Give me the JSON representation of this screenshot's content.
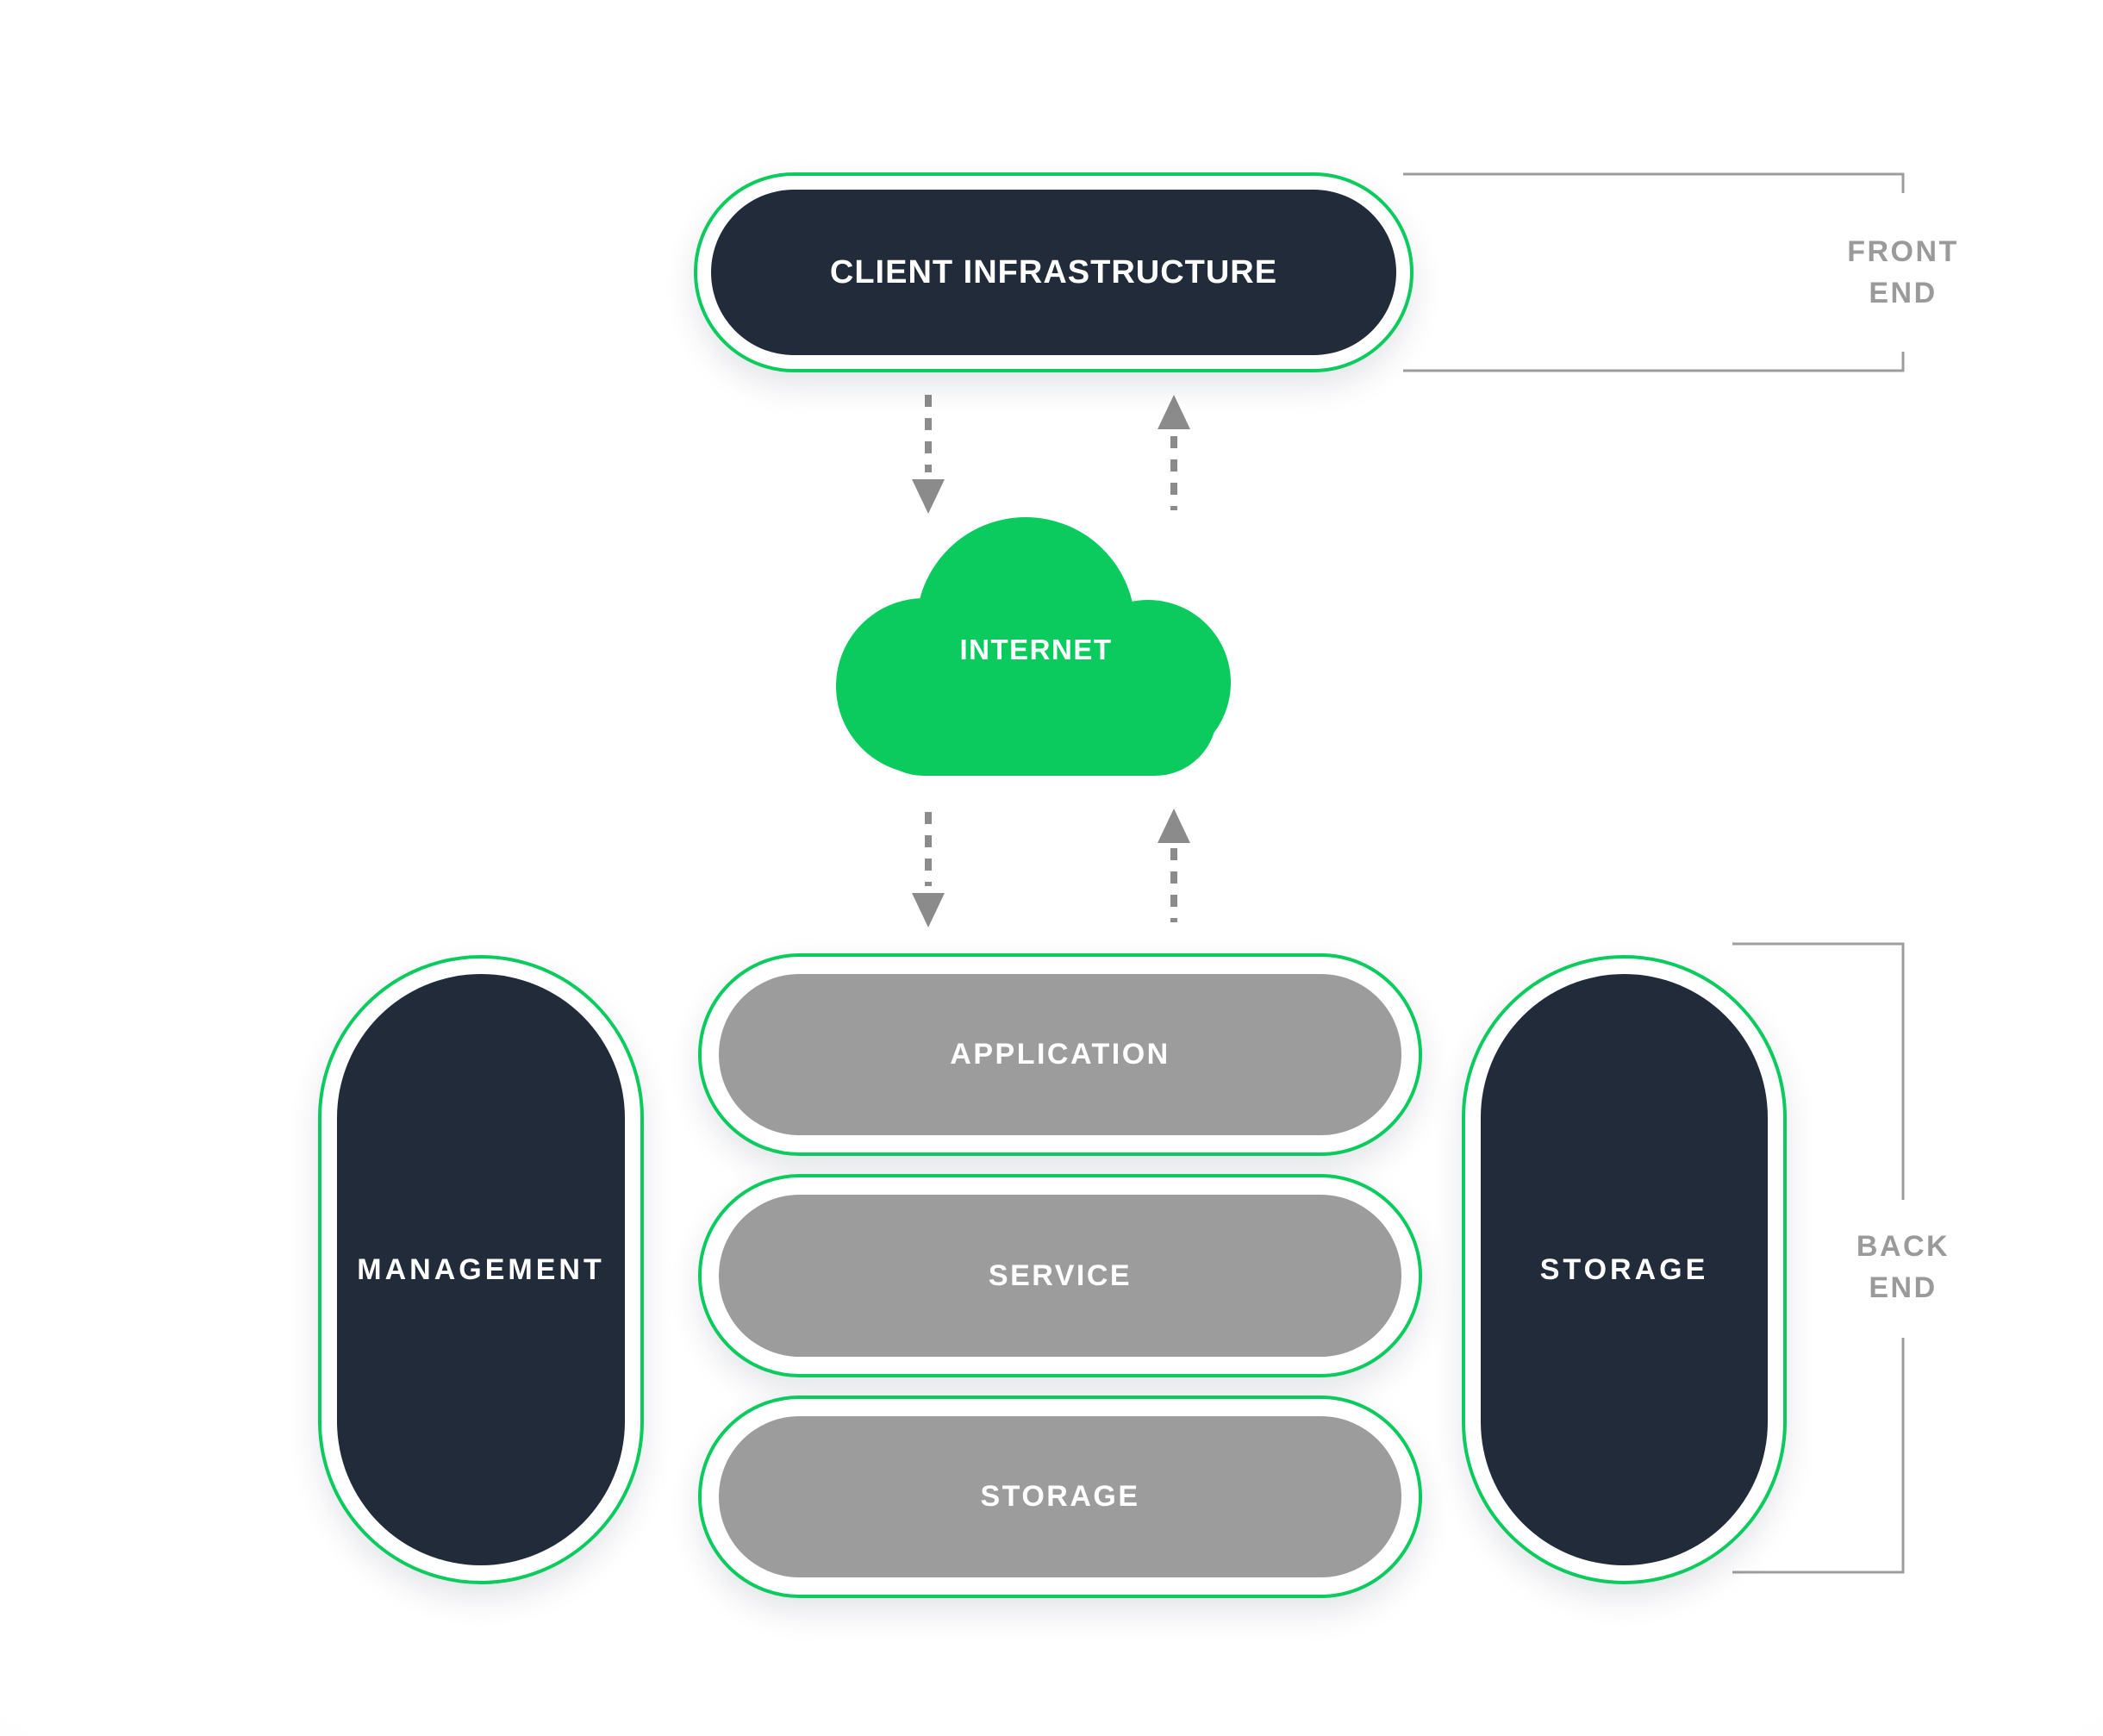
{
  "diagram": {
    "title_none": "",
    "client": {
      "label": "CLIENT INFRASTRUCTURE"
    },
    "front_end": {
      "label": "FRONT\nEND"
    },
    "internet": {
      "label": "INTERNET"
    },
    "middle": [
      {
        "label": "APPLICATION"
      },
      {
        "label": "SERVICE"
      },
      {
        "label": "STORAGE"
      }
    ],
    "management": {
      "label": "MANAGEMENT"
    },
    "storage_side": {
      "label": "STORAGE"
    },
    "back_end": {
      "label": "BACK\nEND"
    }
  },
  "colors": {
    "green": "#0BCA5E",
    "navy": "#212B3A",
    "grayPill": "#9C9C9C",
    "arrowGray": "#8B8B8B",
    "bracketGray": "#9D9D9D",
    "labelGray": "#9A9A9A",
    "textWhite": "#FFFFFF",
    "background": "#FDFDFE"
  }
}
